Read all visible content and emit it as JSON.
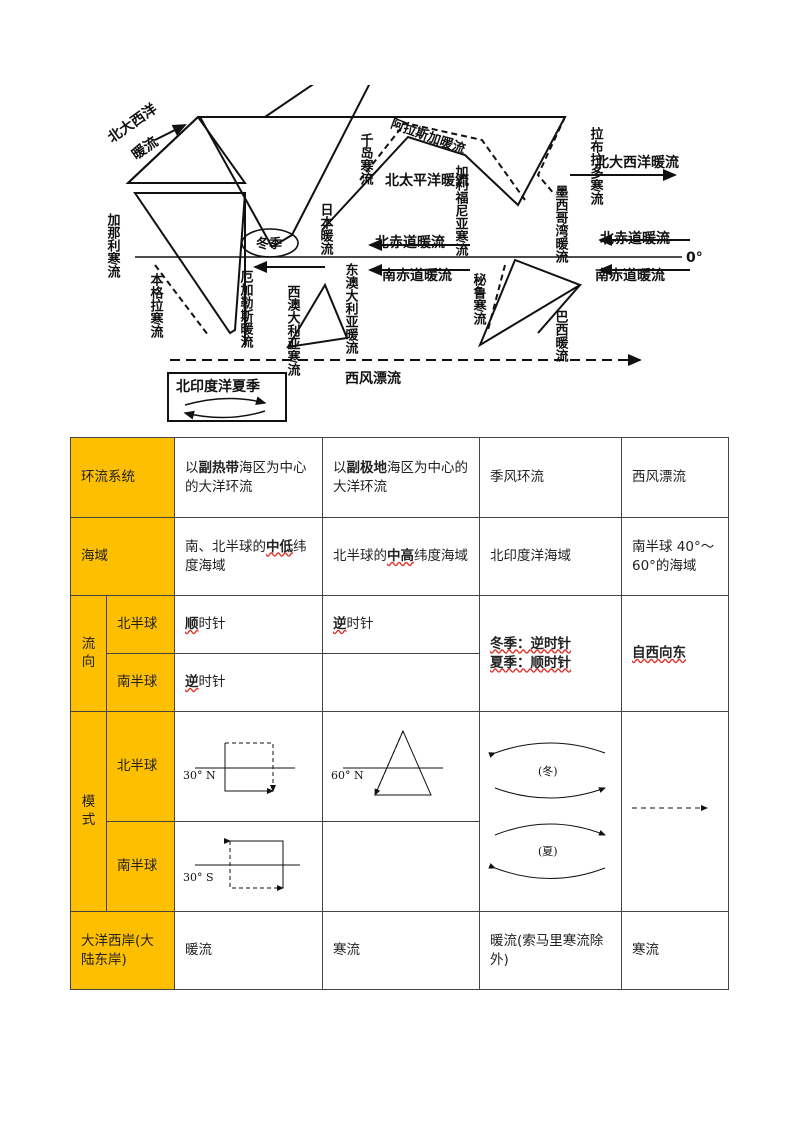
{
  "diagram": {
    "labels": {
      "north_atlantic_drift": "北大西洋暖流",
      "north_atlantic_drift_top": "北大西洋",
      "north_atlantic_drift_bottom": "暖流",
      "canary": "加那利寒流",
      "benguela": "本格拉寒流",
      "winter": "冬季",
      "west_australia": "西澳大利亚寒流",
      "agulhas": "厄加勒斯暖流",
      "kuroshio": "日本暖流",
      "oyashio": "千岛寒流",
      "north_pacific": "北太平洋暖流",
      "alaska": "阿拉斯加暖流",
      "california": "加利福尼亚寒流",
      "labrador": "拉布拉多寒流",
      "gulf_stream": "墨西哥湾暖流",
      "east_australia": "东澳大利亚暖流",
      "peru": "秘鲁寒流",
      "brazil": "巴西暖流",
      "north_equatorial_left": "北赤道暖流",
      "north_equatorial_right": "北赤道暖流",
      "south_equatorial_left": "南赤道暖流",
      "south_equatorial_right": "南赤道暖流",
      "equator": "0°",
      "west_wind_drift": "西风漂流",
      "north_indian_summer": "北印度洋夏季"
    }
  },
  "table": {
    "row_system": {
      "header": "环流系统",
      "c1_a": "以",
      "c1_b": "副热带",
      "c1_c": "海区为中心的大洋环流",
      "c2_a": "以",
      "c2_b": "副极地",
      "c2_c": "海区为中心的大洋环流",
      "c3": "季风环流",
      "c4": "西风漂流"
    },
    "row_area": {
      "header": "海域",
      "c1_a": "南、北半球的",
      "c1_b": "中低",
      "c1_c": "纬度海域",
      "c2_a": "北半球的",
      "c2_b": "中高",
      "c2_c": "纬度海域",
      "c3": "北印度洋海域",
      "c4": "南半球 40°～60°的海域"
    },
    "row_direction": {
      "header": "流向",
      "north": "北半球",
      "south": "南半球",
      "n1_a": "顺",
      "n1_b": "时针",
      "n2_a": "逆",
      "n2_b": "时针",
      "s1_a": "逆",
      "s1_b": "时针",
      "monsoon_winter": "冬季：逆时针",
      "monsoon_summer": "夏季：顺时针",
      "westerly": "自西向东"
    },
    "row_model": {
      "header": "模式",
      "north": "北半球",
      "south": "南半球",
      "lat_30n": "30° N",
      "lat_60n": "60° N",
      "lat_30s": "30° S",
      "winter": "(冬)",
      "summer": "(夏)"
    },
    "row_coast": {
      "header": "大洋西岸(大陆东岸)",
      "c1": "暖流",
      "c2": "寒流",
      "c3": "暖流(索马里寒流除外)",
      "c4": "寒流"
    }
  }
}
